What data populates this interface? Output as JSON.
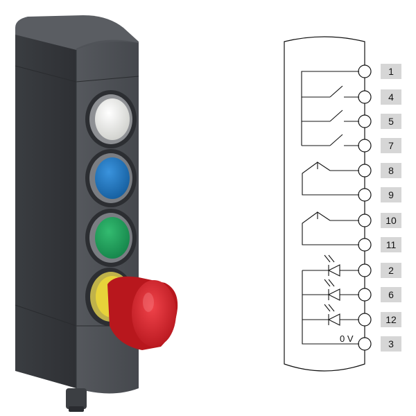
{
  "terminals": [
    {
      "label": "1"
    },
    {
      "label": "4"
    },
    {
      "label": "5"
    },
    {
      "label": "7"
    },
    {
      "label": "8"
    },
    {
      "label": "9"
    },
    {
      "label": "10"
    },
    {
      "label": "11"
    },
    {
      "label": "2"
    },
    {
      "label": "6"
    },
    {
      "label": "12"
    },
    {
      "label": "3"
    }
  ],
  "ground_label": "0 V",
  "device": {
    "buttons": [
      {
        "color": "#e9eae6",
        "name": "white"
      },
      {
        "color": "#1b74c3",
        "name": "blue"
      },
      {
        "color": "#1fa35a",
        "name": "green"
      }
    ],
    "emergency_stop_color": "#d8232a",
    "emergency_ring_color": "#e7d33a",
    "housing_color": "#4a4d52"
  }
}
